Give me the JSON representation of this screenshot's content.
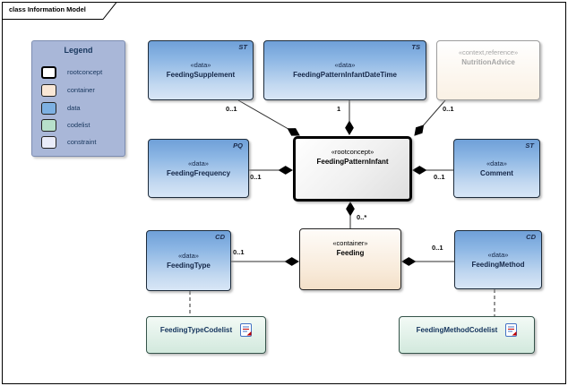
{
  "frame": {
    "tab_title": "class Information Model"
  },
  "legend": {
    "title": "Legend",
    "items": [
      {
        "label": "rootconcept",
        "color": "#ffffff"
      },
      {
        "label": "container",
        "color": "#f9e7d6"
      },
      {
        "label": "data",
        "color": "#7db0e2"
      },
      {
        "label": "codelist",
        "color": "#b7e0cb"
      },
      {
        "label": "constraint",
        "color": "#e9ecf9"
      }
    ]
  },
  "nodes": {
    "feeding_supplement": {
      "stereotype": "«data»",
      "name": "FeedingSupplement",
      "type_code": "ST"
    },
    "feeding_pattern_infant_datetime": {
      "stereotype": "«data»",
      "name": "FeedingPatternInfantDateTime",
      "type_code": "TS"
    },
    "nutrition_advice": {
      "stereotype": "«context,reference»",
      "name": "NutritionAdvice"
    },
    "feeding_frequency": {
      "stereotype": "«data»",
      "name": "FeedingFrequency",
      "type_code": "PQ"
    },
    "feeding_pattern_infant": {
      "stereotype": "«rootconcept»",
      "name": "FeedingPatternInfant"
    },
    "comment": {
      "stereotype": "«data»",
      "name": "Comment",
      "type_code": "ST"
    },
    "feeding_type": {
      "stereotype": "«data»",
      "name": "FeedingType",
      "type_code": "CD"
    },
    "feeding": {
      "stereotype": "«container»",
      "name": "Feeding"
    },
    "feeding_method": {
      "stereotype": "«data»",
      "name": "FeedingMethod",
      "type_code": "CD"
    },
    "feeding_type_codelist": {
      "name": "FeedingTypeCodelist"
    },
    "feeding_method_codelist": {
      "name": "FeedingMethodCodelist"
    }
  },
  "multiplicities": {
    "feeding_supplement": "0..1",
    "feeding_pattern_infant_datetime": "1",
    "nutrition_advice": "0..1",
    "feeding_frequency": "0..1",
    "comment": "0..1",
    "feeding": "0..*",
    "feeding_type": "0..1",
    "feeding_method": "0..1"
  },
  "colors": {
    "data_fill": "#7db0e2",
    "container_fill": "#f6e3cd",
    "codelist_fill": "#d2e9dd",
    "constraint_fill": "#e9ecf9",
    "rootconcept_border": "#000000",
    "legend_bg": "#a9b7d8",
    "connector": "#2e2e2e"
  }
}
